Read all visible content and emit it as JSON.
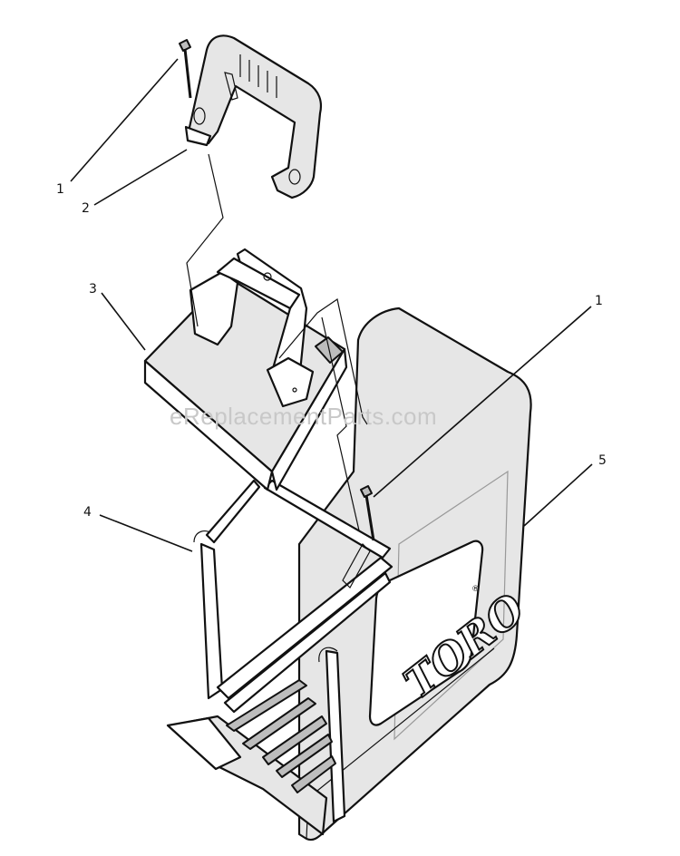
{
  "diagram": {
    "callouts": [
      {
        "id": "callout-1-top",
        "label": "1"
      },
      {
        "id": "callout-2",
        "label": "2"
      },
      {
        "id": "callout-3",
        "label": "3"
      },
      {
        "id": "callout-1-right",
        "label": "1"
      },
      {
        "id": "callout-4",
        "label": "4"
      },
      {
        "id": "callout-5",
        "label": "5"
      }
    ],
    "brand_text": "TORO",
    "brand_mark": "®",
    "watermark": "eReplacementParts.com"
  }
}
